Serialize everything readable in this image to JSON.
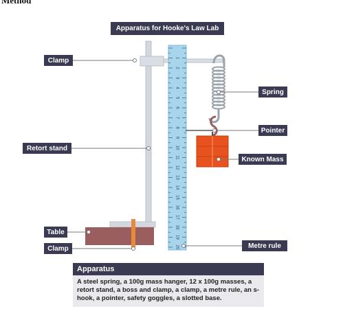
{
  "heading": "Method",
  "title": "Apparatus for Hooke's Law Lab",
  "labels": {
    "clamp_top": "Clamp",
    "retort_stand": "Retort stand",
    "table": "Table",
    "clamp_bottom": "Clamp",
    "spring": "Spring",
    "pointer": "Pointer",
    "known_mass": "Known Mass",
    "metre_rule": "Metre rule"
  },
  "ruler_numbers": [
    "1",
    "2",
    "3",
    "4",
    "5",
    "6",
    "7",
    "8",
    "9",
    "10",
    "11",
    "12",
    "13",
    "14",
    "15",
    "16",
    "17",
    "18",
    "19",
    "20"
  ],
  "apparatus": {
    "heading": "Apparatus",
    "text": "A steel spring, a 100g mass hanger, 12 x 100g masses, a retort stand, a boss and clamp, a clamp, a metre rule, an s-hook, a pointer, safety goggles, a slotted base."
  },
  "colors": {
    "label_bg": "#3a3a52",
    "ruler": "#a8d4ec",
    "stand": "#d2d8de",
    "table": "#9a5e5e",
    "clamp_bar": "#e98a3a",
    "mass": "#e8521e"
  }
}
